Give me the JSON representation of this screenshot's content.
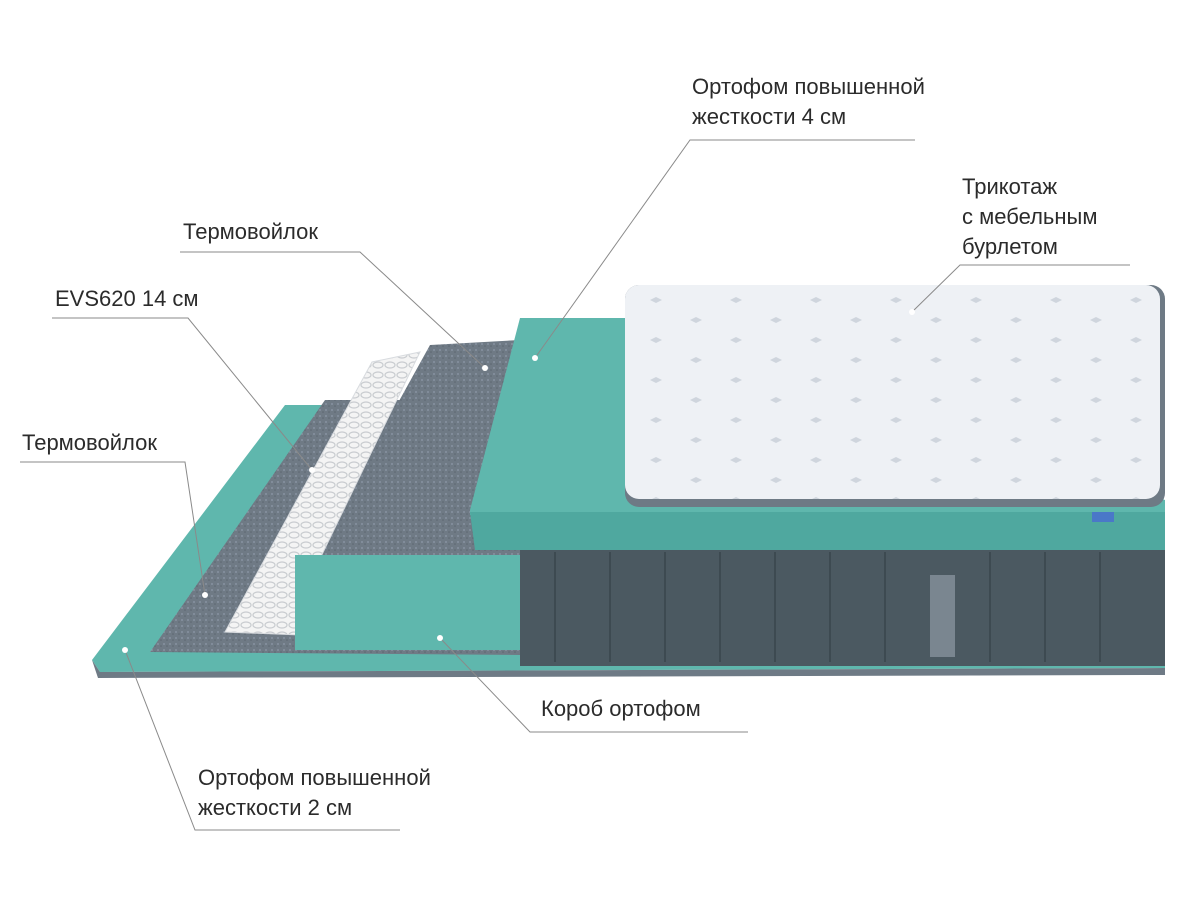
{
  "labels": {
    "top_foam": [
      "Ортофом повышенной",
      "жесткости 4 см"
    ],
    "knit_cover": [
      "Трикотаж",
      "с мебельным",
      "бурлетом"
    ],
    "felt_upper": "Термовойлок",
    "springs": "EVS620 14 см",
    "felt_lower": "Термовойлок",
    "box_foam": "Короб ортофом",
    "bottom_foam": [
      "Ортофом повышенной",
      "жесткости 2 см"
    ]
  },
  "colors": {
    "teal": "#5fb7ad",
    "teal_dark": "#3f9990",
    "felt": "#6f7a85",
    "body": "#4b5961",
    "topper": "#eef1f5",
    "leader": "#8a8a8a"
  }
}
